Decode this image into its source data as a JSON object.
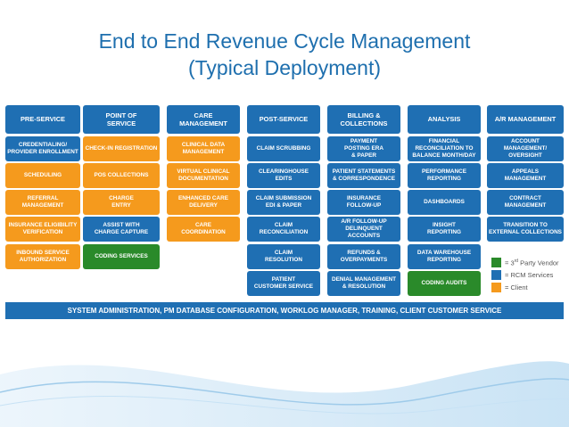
{
  "title": {
    "line1": "End to End Revenue Cycle Management",
    "line2": "(Typical Deployment)"
  },
  "colors": {
    "header": "#1f6fb3",
    "rcm": "#1f6fb3",
    "vendor": "#2a8a2a",
    "client": "#f59a1d",
    "title": "#1e6fae"
  },
  "columns": [
    {
      "header": "PRE-SERVICE",
      "cells": [
        {
          "text": "CREDENTIALING/\nPROVIDER ENROLLMENT",
          "type": "rcm"
        },
        {
          "text": "SCHEDULING",
          "type": "client"
        },
        {
          "text": "REFERRAL\nMANAGEMENT",
          "type": "client"
        },
        {
          "text": "INSURANCE ELIGIBILITY\nVERIFICATION",
          "type": "client"
        },
        {
          "text": "INBOUND SERVICE\nAUTHORIZATION",
          "type": "client"
        }
      ]
    },
    {
      "header": "POINT OF\nSERVICE",
      "cells": [
        {
          "text": "CHECK-IN REGISTRATION",
          "type": "client"
        },
        {
          "text": "POS COLLECTIONS",
          "type": "client"
        },
        {
          "text": "CHARGE\nENTRY",
          "type": "client"
        },
        {
          "text": "ASSIST WITH\nCHARGE CAPTURE",
          "type": "rcm"
        },
        {
          "text": "CODING SERVICES",
          "type": "vendor"
        }
      ]
    },
    {
      "header": "CARE\nMANAGEMENT",
      "cells": [
        {
          "text": "CLINICAL DATA\nMANAGEMENT",
          "type": "client"
        },
        {
          "text": "VIRTUAL CLINICAL\nDOCUMENTATION",
          "type": "client"
        },
        {
          "text": "ENHANCED CARE\nDELIVERY",
          "type": "client"
        },
        {
          "text": "CARE\nCOORDINATION",
          "type": "client"
        }
      ]
    },
    {
      "header": "POST-SERVICE",
      "cells": [
        {
          "text": "CLAIM SCRUBBING",
          "type": "rcm"
        },
        {
          "text": "CLEARINGHOUSE\nEDITS",
          "type": "rcm"
        },
        {
          "text": "CLAIM SUBMISSION\nEDI & PAPER",
          "type": "rcm"
        },
        {
          "text": "CLAIM\nRECONCILIATION",
          "type": "rcm"
        },
        {
          "text": "CLAIM\nRESOLUTION",
          "type": "rcm"
        },
        {
          "text": "PATIENT\nCUSTOMER SERVICE",
          "type": "rcm"
        }
      ]
    },
    {
      "header": "BILLING &\nCOLLECTIONS",
      "cells": [
        {
          "text": "PAYMENT\nPOSTING ERA\n& PAPER",
          "type": "rcm"
        },
        {
          "text": "PATIENT STATEMENTS\n& CORRESPONDENCE",
          "type": "rcm"
        },
        {
          "text": "INSURANCE\nFOLLOW-UP",
          "type": "rcm"
        },
        {
          "text": "A/R FOLLOW-UP\nDELINQUENT ACCOUNTS",
          "type": "rcm"
        },
        {
          "text": "REFUNDS &\nOVERPAYMENTS",
          "type": "rcm"
        },
        {
          "text": "DENIAL MANAGEMENT\n& RESOLUTION",
          "type": "rcm"
        }
      ]
    },
    {
      "header": "ANALYSIS",
      "cells": [
        {
          "text": "FINANCIAL\nRECONCILIATION TO\nBALANCE MONTH/DAY",
          "type": "rcm"
        },
        {
          "text": "PERFORMANCE\nREPORTING",
          "type": "rcm"
        },
        {
          "text": "DASHBOARDS",
          "type": "rcm"
        },
        {
          "text": "INSIGHT\nREPORTING",
          "type": "rcm"
        },
        {
          "text": "DATA WAREHOUSE\nREPORTING",
          "type": "rcm"
        },
        {
          "text": "CODING AUDITS",
          "type": "vendor"
        }
      ]
    },
    {
      "header": "A/R MANAGEMENT",
      "cells": [
        {
          "text": "ACCOUNT\nMANAGEMENT/\nOVERSIGHT",
          "type": "rcm"
        },
        {
          "text": "APPEALS\nMANAGEMENT",
          "type": "rcm"
        },
        {
          "text": "CONTRACT\nMANAGEMENT",
          "type": "rcm"
        },
        {
          "text": "TRANSITION TO\nEXTERNAL COLLECTIONS",
          "type": "rcm"
        }
      ]
    }
  ],
  "legend": [
    {
      "prefix": "= 3",
      "sup": "rd",
      "suffix": " Party Vendor",
      "type": "vendor"
    },
    {
      "prefix": "= RCM Services",
      "sup": "",
      "suffix": "",
      "type": "rcm"
    },
    {
      "prefix": "= Client",
      "sup": "",
      "suffix": "",
      "type": "client"
    }
  ],
  "bottom_bar": "SYSTEM ADMINISTRATION, PM DATABASE CONFIGURATION, WORKLOG MANAGER, TRAINING, CLIENT CUSTOMER SERVICE"
}
